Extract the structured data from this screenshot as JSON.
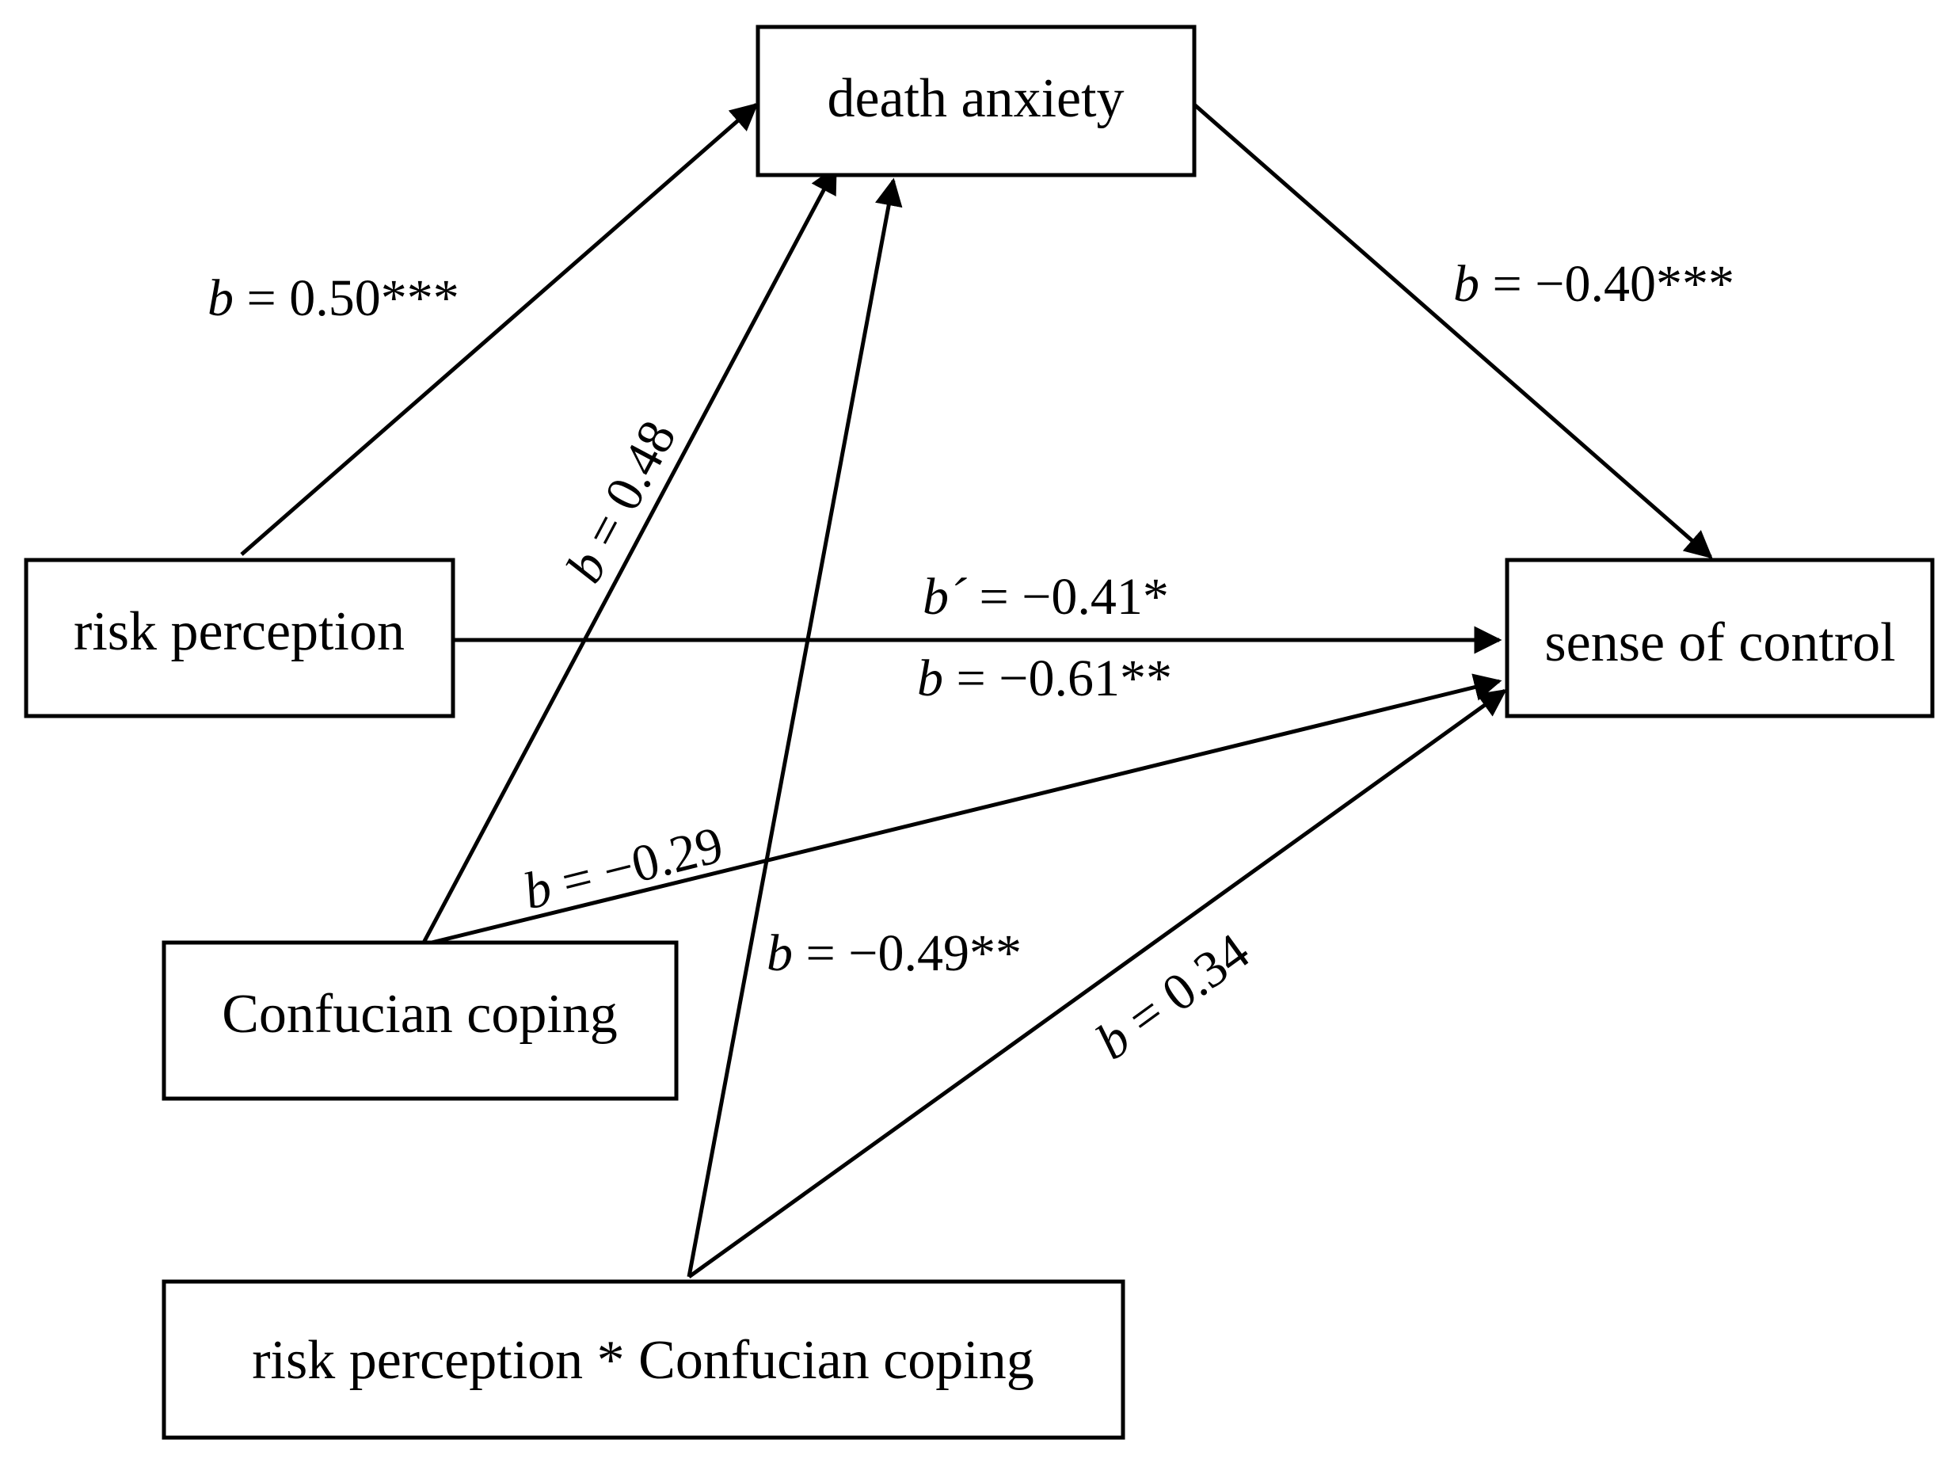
{
  "diagram": {
    "nodes": {
      "death_anxiety": "death anxiety",
      "risk_perception": "risk perception",
      "sense_of_control": "sense of control",
      "confucian_coping": "Confucian coping",
      "interaction": "risk perception * Confucian coping"
    },
    "paths": {
      "rp_da": {
        "b": "b",
        "value": " = 0.50***"
      },
      "da_sc": {
        "b": "b",
        "value": " = −0.40***"
      },
      "cc_da": {
        "b": "b",
        "value": " = 0.48"
      },
      "rp_sc_direct": {
        "b": "b´",
        "value": " = −0.41*"
      },
      "rp_sc_total": {
        "b": "b",
        "value": " = −0.61**"
      },
      "cc_sc": {
        "b": "b",
        "value": " = −0.29"
      },
      "int_da": {
        "b": "b",
        "value": " = −0.49**"
      },
      "int_sc": {
        "b": "b",
        "value": " = 0.34"
      }
    },
    "colors": {
      "stroke": "#000000",
      "background": "#ffffff"
    }
  }
}
